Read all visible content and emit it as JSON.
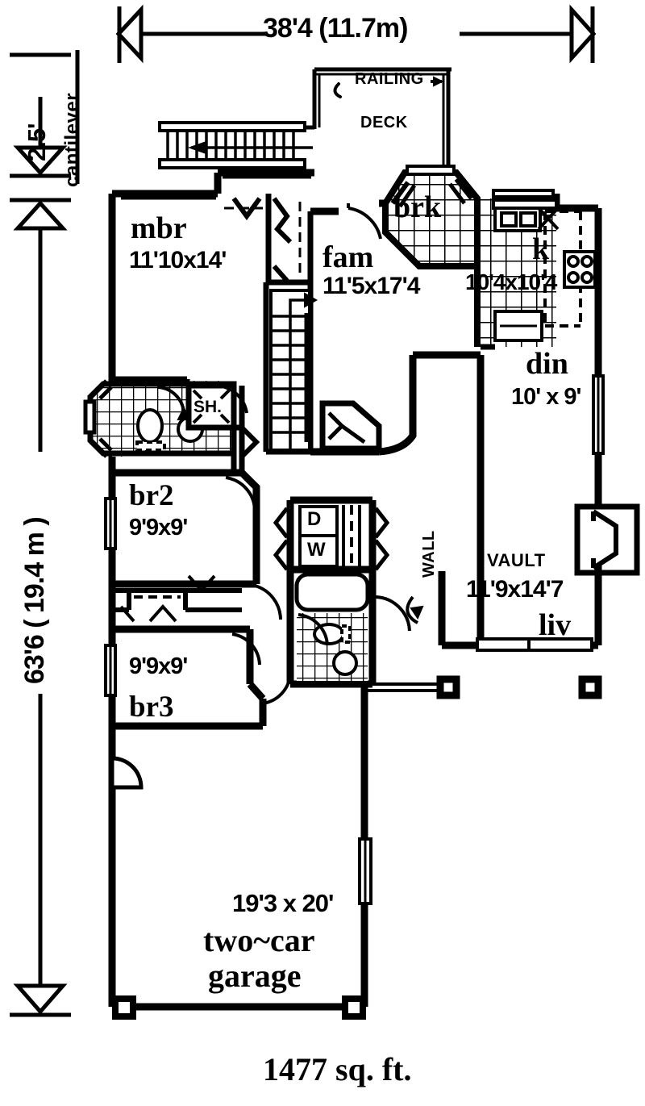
{
  "plan": {
    "title_area": "1477  sq. ft.",
    "overall_width": "38'4 (11.7m)",
    "overall_depth": "63'6 ( 19.4 m )",
    "cantilever_dim": "2.5'",
    "cantilever_label": "cantilever"
  },
  "annotations": {
    "railing": "RAILING",
    "deck": "DECK",
    "wall": "WALL",
    "vault": "VAULT",
    "shower": "SH.",
    "dryer": "D",
    "washer": "W"
  },
  "rooms": [
    {
      "key": "mbr",
      "name": "mbr",
      "dim": "11'10x14'"
    },
    {
      "key": "fam",
      "name": "fam",
      "dim": "11'5x17'4"
    },
    {
      "key": "brk",
      "name": "brk",
      "dim": ""
    },
    {
      "key": "k",
      "name": "k",
      "dim": "10'4x10'4"
    },
    {
      "key": "din",
      "name": "din",
      "dim": "10' x 9'"
    },
    {
      "key": "br2",
      "name": "br2",
      "dim": "9'9x9'"
    },
    {
      "key": "br3",
      "name": "br3",
      "dim": "9'9x9'"
    },
    {
      "key": "liv",
      "name": "liv",
      "dim": "11'9x14'7"
    },
    {
      "key": "garage",
      "name_line1": "two~car",
      "name_line2": "garage",
      "dim": "19'3 x 20'"
    }
  ],
  "colors": {
    "ink": "#000000",
    "paper": "#ffffff"
  }
}
